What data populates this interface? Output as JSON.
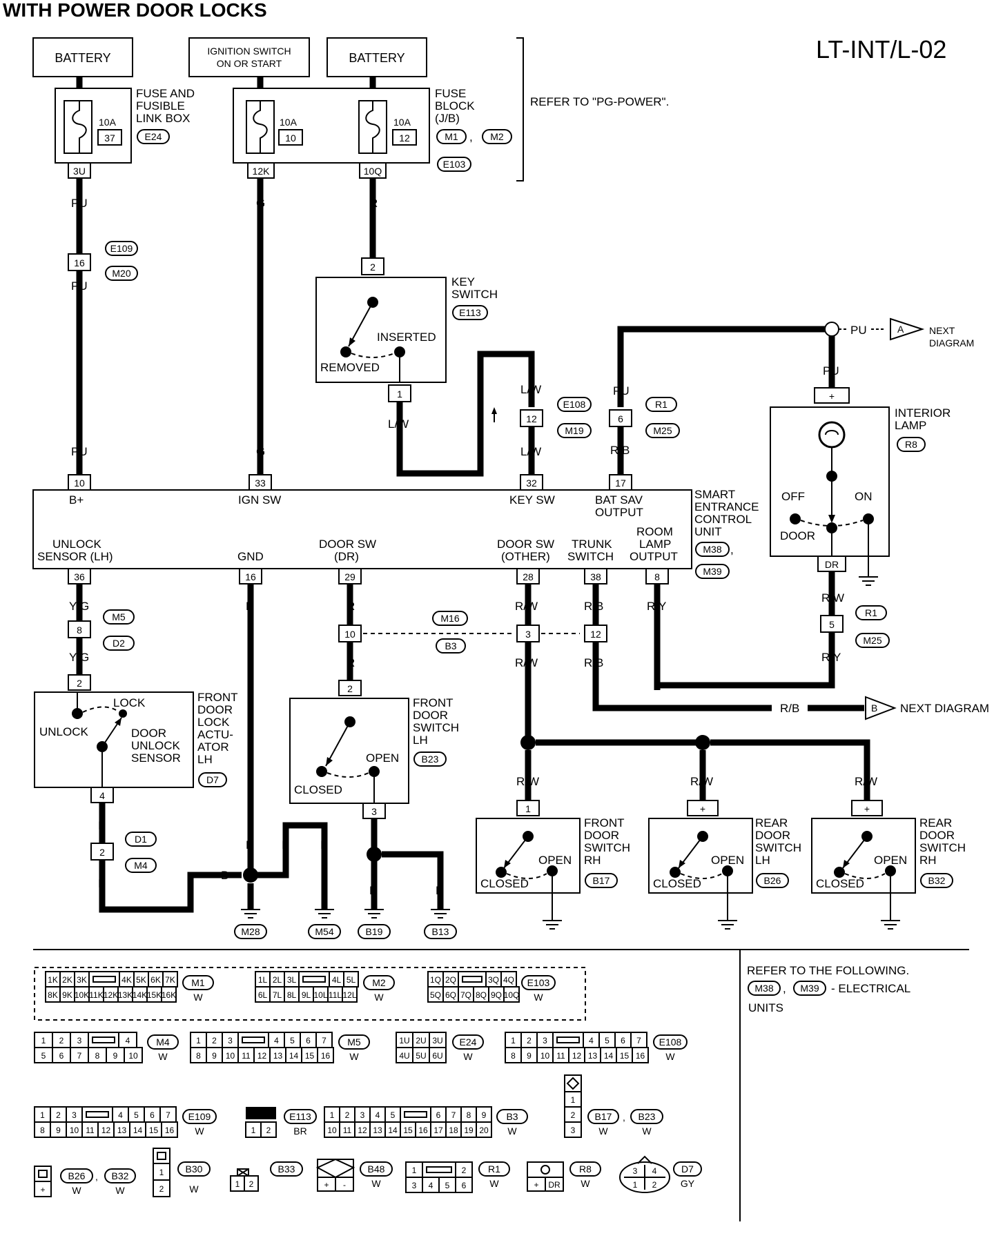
{
  "header": {
    "title": "WITH POWER DOOR LOCKS",
    "diagram_code": "LT-INT/L-02"
  },
  "sources": {
    "battery_1": "BATTERY",
    "ignition_1": "IGNITION SWITCH",
    "ignition_2": "ON OR START",
    "battery_2": "BATTERY",
    "fuse_link_1": "FUSE AND",
    "fuse_link_2": "FUSIBLE",
    "fuse_link_3": "LINK BOX",
    "fuse_link_conn": "E24",
    "fuse_block_1": "FUSE",
    "fuse_block_2": "BLOCK",
    "fuse_block_3": "(J/B)",
    "fuse_block_conn_a": "M1",
    "fuse_block_conn_b": "M2",
    "fuse_block_conn_c": "E103",
    "refer_power": "REFER TO \"PG-POWER\".",
    "fuse_37_amp": "10A",
    "fuse_37_num": "37",
    "fuse_10_amp": "10A",
    "fuse_10_num": "10",
    "fuse_12_amp": "10A",
    "fuse_12_num": "12",
    "pin_3u": "3U",
    "pin_12k": "12K",
    "pin_10q": "10Q"
  },
  "wires": {
    "pu": "PU",
    "g": "G",
    "r": "R",
    "lw": "L/W",
    "rb": "R/B",
    "yg": "Y/G",
    "b": "B",
    "rw": "R/W",
    "ry": "R/Y"
  },
  "key_switch": {
    "label_1": "KEY",
    "label_2": "SWITCH",
    "conn": "E113",
    "inserted": "INSERTED",
    "removed": "REMOVED",
    "pin_top": "2",
    "pin_bottom": "1"
  },
  "connectors": {
    "e109": "E109",
    "m20": "M20",
    "pin_16": "16",
    "e108": "E108",
    "m19": "M19",
    "pin_12": "12",
    "r1": "R1",
    "m25": "M25",
    "pin_6": "6",
    "pin_5": "5",
    "m5": "M5",
    "d2": "D2",
    "pin_8": "8",
    "m16": "M16",
    "b3": "B3",
    "pin_10": "10",
    "pin_3": "3",
    "pin_12b": "12",
    "d1": "D1",
    "m4": "M4",
    "pin_2": "2"
  },
  "next": {
    "a_label": "A",
    "a_text_1": "NEXT",
    "a_text_2": "DIAGRAM",
    "b_label": "B",
    "b_text": "NEXT DIAGRAM"
  },
  "interior_lamp": {
    "label_1": "INTERIOR",
    "label_2": "LAMP",
    "conn": "R8",
    "off": "OFF",
    "on": "ON",
    "door": "DOOR",
    "pin_plus": "+",
    "pin_dr": "DR"
  },
  "secu": {
    "label_1": "SMART",
    "label_2": "ENTRANCE",
    "label_3": "CONTROL",
    "label_4": "UNIT",
    "conn_a": "M38",
    "conn_b": "M39",
    "top_pins": [
      {
        "pin": "10",
        "name": "B+"
      },
      {
        "pin": "33",
        "name": "IGN SW"
      },
      {
        "pin": "32",
        "name": "KEY SW"
      },
      {
        "pin": "17",
        "name": "BAT SAV"
      }
    ],
    "bat_sav_2": "OUTPUT",
    "bottom_pins": [
      {
        "pin": "36",
        "name_1": "UNLOCK",
        "name_2": "SENSOR (LH)"
      },
      {
        "pin": "16",
        "name_1": "",
        "name_2": "GND"
      },
      {
        "pin": "29",
        "name_1": "DOOR SW",
        "name_2": "(DR)"
      },
      {
        "pin": "28",
        "name_1": "DOOR SW",
        "name_2": "(OTHER)"
      },
      {
        "pin": "38",
        "name_1": "TRUNK",
        "name_2": "SWITCH"
      },
      {
        "pin": "8",
        "name_1": "ROOM",
        "name_2": "LAMP"
      }
    ],
    "room_lamp_3": "OUTPUT"
  },
  "actuator": {
    "label_1": "FRONT",
    "label_2": "DOOR",
    "label_3": "LOCK",
    "label_4": "ACTU-",
    "label_5": "ATOR",
    "label_6": "LH",
    "conn": "D7",
    "lock": "LOCK",
    "unlock": "UNLOCK",
    "sensor_1": "DOOR",
    "sensor_2": "UNLOCK",
    "sensor_3": "SENSOR",
    "pin_top": "2",
    "pin_bottom": "4"
  },
  "door_switches": [
    {
      "l1": "FRONT",
      "l2": "DOOR",
      "l3": "SWITCH",
      "l4": "LH",
      "conn": "B23",
      "pin_top": "2",
      "pin_bottom": "3"
    },
    {
      "l1": "FRONT",
      "l2": "DOOR",
      "l3": "SWITCH",
      "l4": "RH",
      "conn": "B17",
      "pin_top": "1"
    },
    {
      "l1": "REAR",
      "l2": "DOOR",
      "l3": "SWITCH",
      "l4": "LH",
      "conn": "B26",
      "pin_top": "+"
    },
    {
      "l1": "REAR",
      "l2": "DOOR",
      "l3": "SWITCH",
      "l4": "RH",
      "conn": "B32",
      "pin_top": "+"
    }
  ],
  "switch_states": {
    "open": "OPEN",
    "closed": "CLOSED"
  },
  "grounds": [
    "M28",
    "M54",
    "B19",
    "B13"
  ],
  "refer_units": {
    "line_1": "REFER TO THE FOLLOWING.",
    "conn_a": "M38",
    "conn_b": "M39",
    "line_2": "- ELECTRICAL",
    "line_3": "UNITS"
  },
  "connector_views": {
    "m1": {
      "top": [
        "1K",
        "2K",
        "3K",
        "4K",
        "5K",
        "6K",
        "7K"
      ],
      "bottom": [
        "8K",
        "9K",
        "10K",
        "11K",
        "12K",
        "13K",
        "14K",
        "15K",
        "16K"
      ],
      "name": "M1",
      "color": "W"
    },
    "m2": {
      "top": [
        "1L",
        "2L",
        "3L",
        "4L",
        "5L"
      ],
      "bottom": [
        "6L",
        "7L",
        "8L",
        "9L",
        "10L",
        "11L",
        "12L"
      ],
      "name": "M2",
      "color": "W"
    },
    "e103": {
      "top": [
        "1Q",
        "2Q",
        "3Q",
        "4Q"
      ],
      "bottom": [
        "5Q",
        "6Q",
        "7Q",
        "8Q",
        "9Q",
        "10Q"
      ],
      "name": "E103",
      "color": "W"
    },
    "m4": {
      "top": [
        "1",
        "2",
        "3",
        "4"
      ],
      "bottom": [
        "5",
        "6",
        "7",
        "8",
        "9",
        "10"
      ],
      "name": "M4",
      "color": "W"
    },
    "m5": {
      "top": [
        "1",
        "2",
        "3",
        "4",
        "5",
        "6",
        "7"
      ],
      "bottom": [
        "8",
        "9",
        "10",
        "11",
        "12",
        "13",
        "14",
        "15",
        "16"
      ],
      "name": "M5",
      "color": "W"
    },
    "e24": {
      "top": [
        "1U",
        "2U",
        "3U"
      ],
      "bottom": [
        "4U",
        "5U",
        "6U"
      ],
      "name": "E24",
      "color": "W"
    },
    "e108": {
      "top": [
        "1",
        "2",
        "3",
        "4",
        "5",
        "6",
        "7"
      ],
      "bottom": [
        "8",
        "9",
        "10",
        "11",
        "12",
        "13",
        "14",
        "15",
        "16"
      ],
      "name": "E108",
      "color": "W"
    },
    "e109": {
      "top": [
        "1",
        "2",
        "3",
        "4",
        "5",
        "6",
        "7"
      ],
      "bottom": [
        "8",
        "9",
        "10",
        "11",
        "12",
        "13",
        "14",
        "15",
        "16"
      ],
      "name": "E109",
      "color": "W"
    },
    "e113": {
      "bottom": [
        "1",
        "2"
      ],
      "name": "E113",
      "color": "BR"
    },
    "b3": {
      "top": [
        "1",
        "2",
        "3",
        "4",
        "5",
        "6",
        "7",
        "8",
        "9"
      ],
      "bottom": [
        "10",
        "11",
        "12",
        "13",
        "14",
        "15",
        "16",
        "17",
        "18",
        "19",
        "20"
      ],
      "name": "B3",
      "color": "W"
    },
    "b17": {
      "pins": [
        "1",
        "2",
        "3"
      ],
      "name_a": "B17",
      "name_b": "B23",
      "color": "W"
    },
    "b26": {
      "pin": "+",
      "name_a": "B26",
      "name_b": "B32",
      "color": "W"
    },
    "b30": {
      "pins": [
        "1",
        "2"
      ],
      "name": "B30",
      "color": "W"
    },
    "b33": {
      "pins": [
        "1",
        "2"
      ],
      "name": "B33"
    },
    "b48": {
      "pins": [
        "+",
        "-"
      ],
      "name": "B48",
      "color": "W"
    },
    "r1": {
      "top": [
        "1",
        "2"
      ],
      "bottom": [
        "3",
        "4",
        "5",
        "6"
      ],
      "name": "R1",
      "color": "W"
    },
    "r8": {
      "pins": [
        "+",
        "DR"
      ],
      "name": "R8",
      "color": "W"
    },
    "d7": {
      "pins": [
        "3",
        "4",
        "1",
        "2"
      ],
      "name": "D7",
      "color": "GY"
    }
  }
}
